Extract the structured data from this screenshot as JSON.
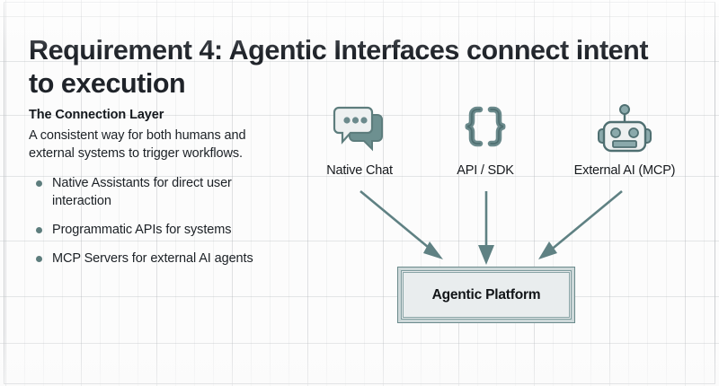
{
  "slide": {
    "title": "Requirement 4: Agentic Interfaces connect intent to execution",
    "accent_color": "#5d7d7d",
    "icon_fill": "#e9edee",
    "icon_solid": "#6d9090",
    "background": "#fcfcfc"
  },
  "left": {
    "subhead": "The Connection Layer",
    "lead": "A consistent way for both humans and external systems to trigger workflows.",
    "bullets": [
      "Native Assistants for direct user interaction",
      "Programmatic APIs for systems",
      "MCP Servers for external AI agents"
    ]
  },
  "diagram": {
    "nodes": [
      {
        "id": "native-chat",
        "label": "Native Chat",
        "icon": "chat-bubbles-icon"
      },
      {
        "id": "api-sdk",
        "label": "API / SDK",
        "icon": "curly-braces-icon"
      },
      {
        "id": "external-ai",
        "label": "External AI (MCP)",
        "icon": "robot-icon"
      }
    ],
    "target": {
      "label": "Agentic Platform"
    },
    "arrows": [
      {
        "from": "native-chat",
        "to": "agentic-platform"
      },
      {
        "from": "api-sdk",
        "to": "agentic-platform"
      },
      {
        "from": "external-ai",
        "to": "agentic-platform"
      }
    ]
  }
}
